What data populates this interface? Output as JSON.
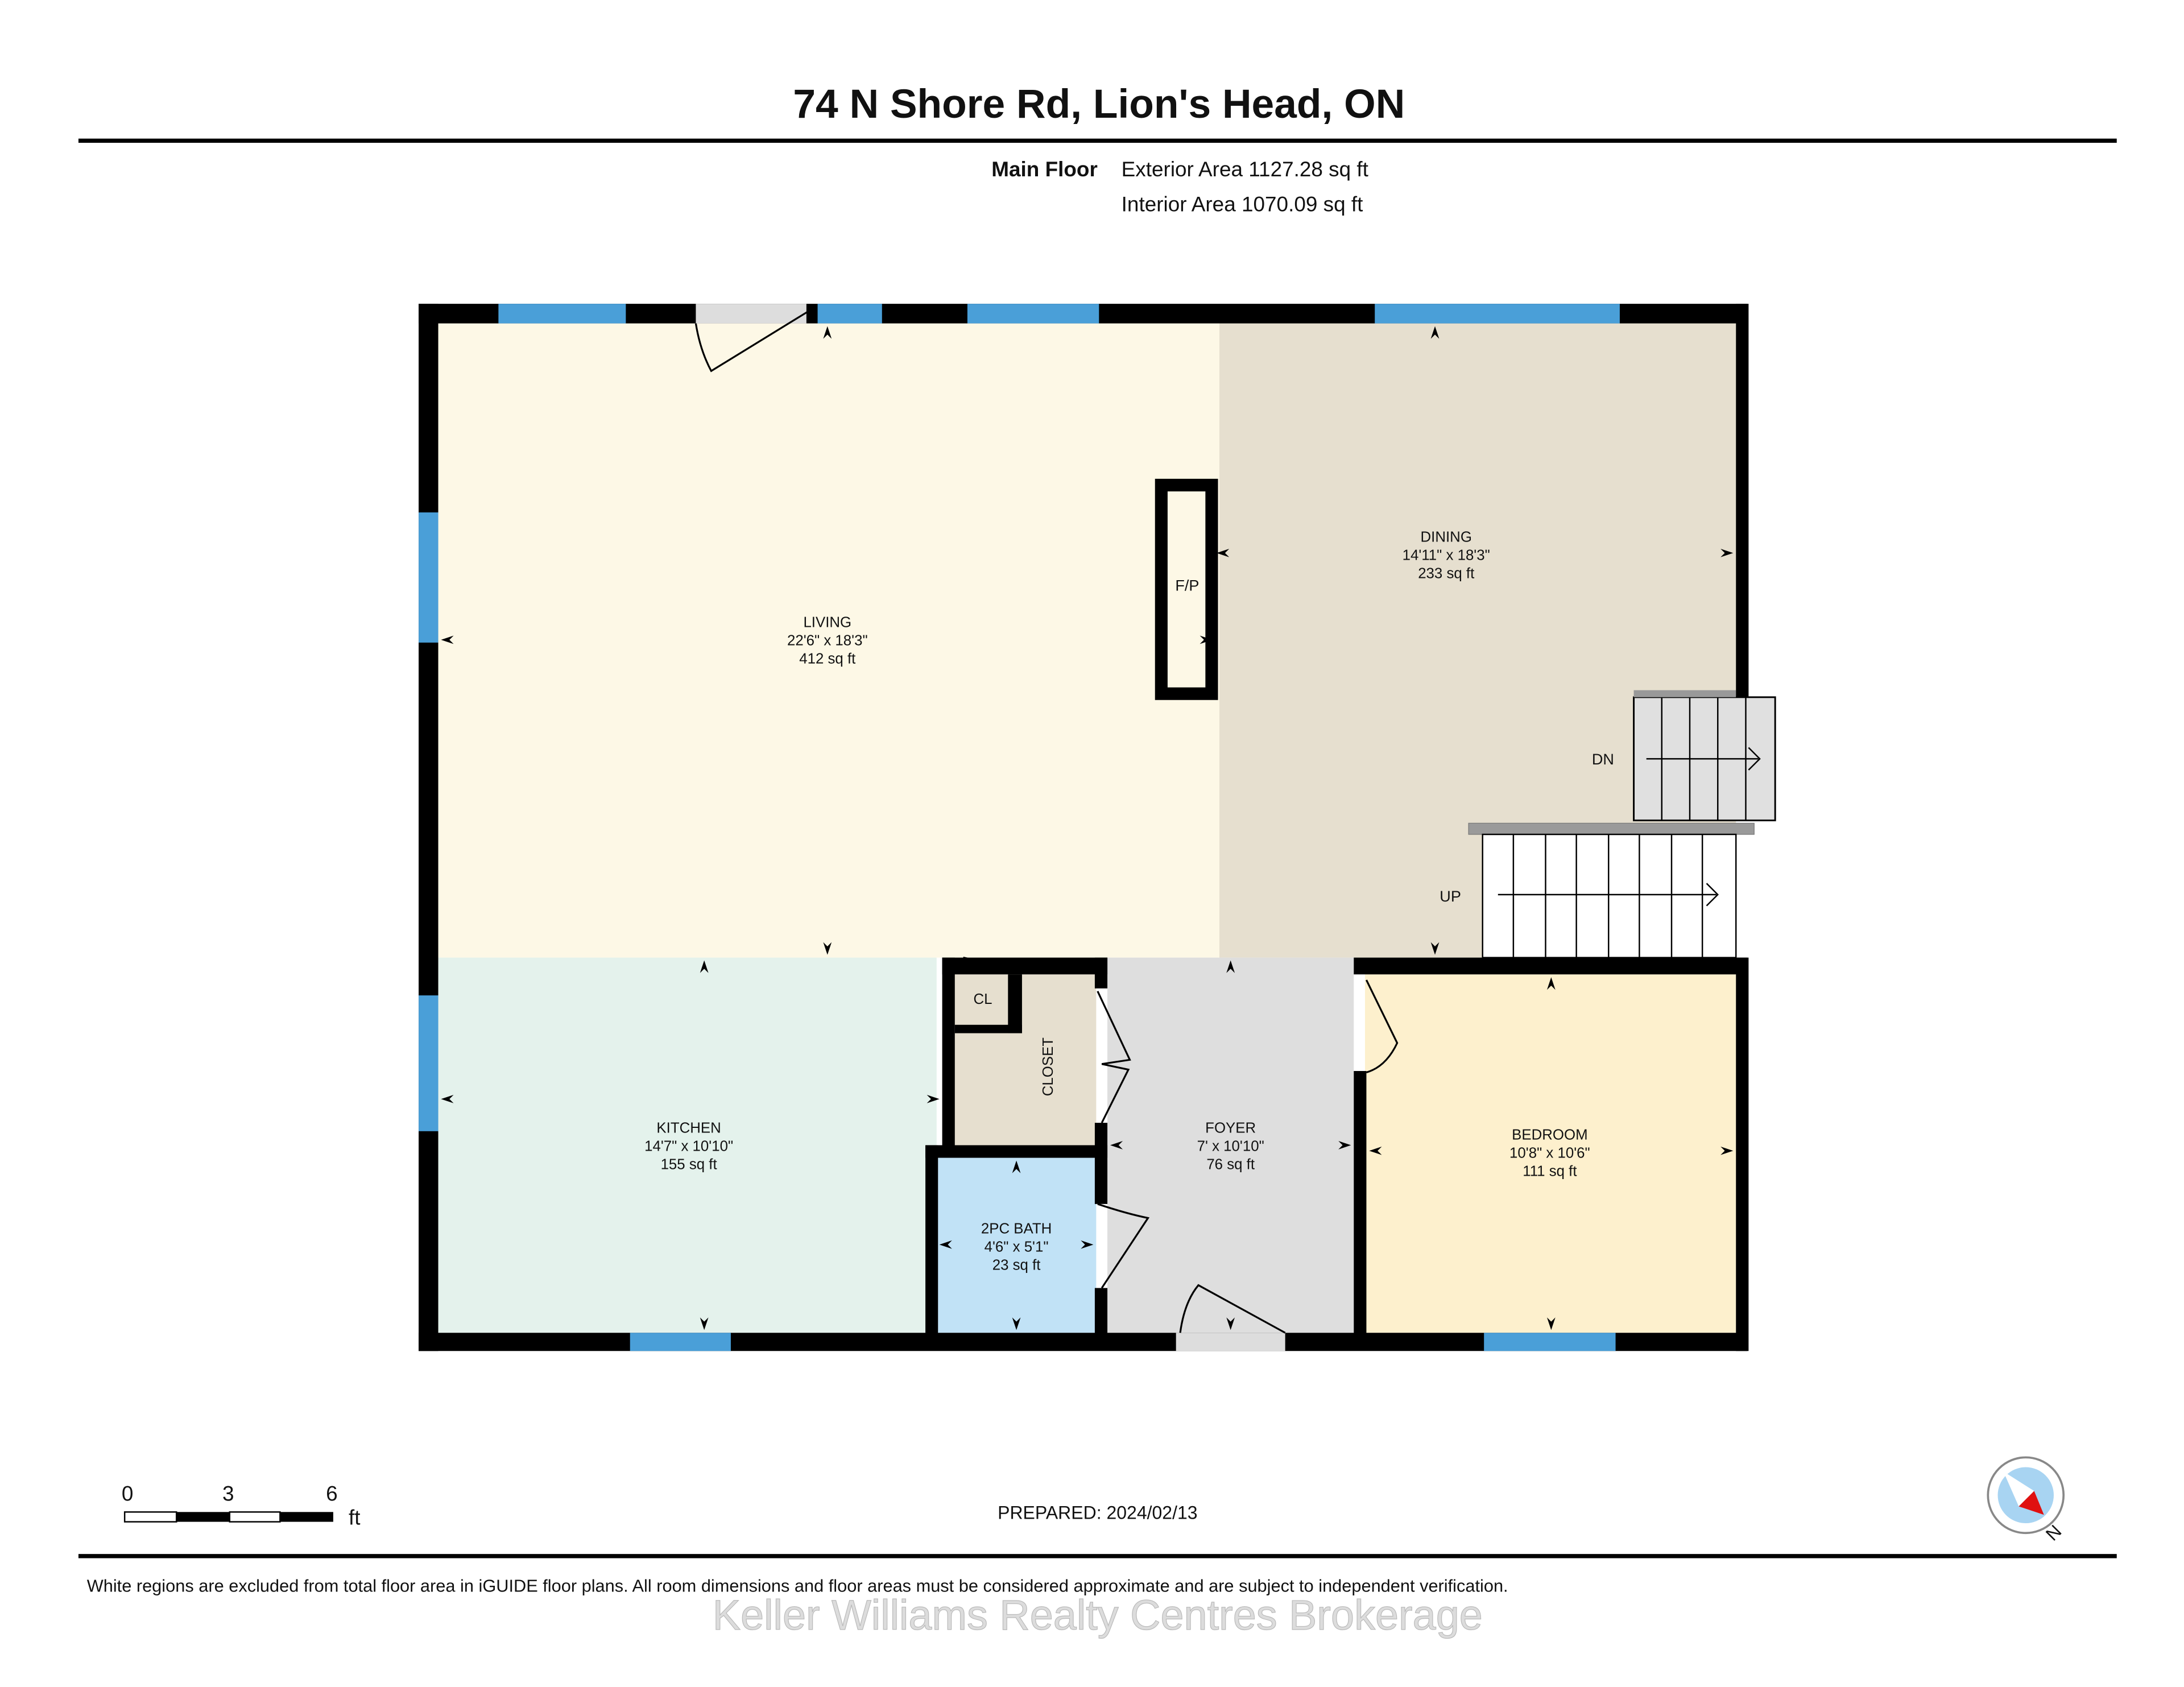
{
  "header": {
    "title": "74 N Shore Rd, Lion's Head, ON",
    "floor_label": "Main Floor",
    "exterior_area": "Exterior Area 1127.28 sq ft",
    "interior_area": "Interior Area 1070.09 sq ft"
  },
  "rooms": {
    "living": {
      "name": "LIVING",
      "dims": "22'6\" x 18'3\"",
      "area": "412 sq ft",
      "color": "#fdf8e6"
    },
    "dining": {
      "name": "DINING",
      "dims": "14'11\" x 18'3\"",
      "area": "233 sq ft",
      "color": "#e6dfcf"
    },
    "kitchen": {
      "name": "KITCHEN",
      "dims": "14'7\" x 10'10\"",
      "area": "155 sq ft",
      "color": "#e4f2ec"
    },
    "foyer": {
      "name": "FOYER",
      "dims": "7' x 10'10\"",
      "area": "76 sq ft",
      "color": "#dedede"
    },
    "bedroom": {
      "name": "BEDROOM",
      "dims": "10'8\" x 10'6\"",
      "area": "111 sq ft",
      "color": "#fdf0cd"
    },
    "bath": {
      "name": "2PC BATH",
      "dims": "4'6\" x 5'1\"",
      "area": "23 sq ft",
      "color": "#c1e2f6"
    },
    "closet": {
      "name": "CLOSET",
      "color": "#e6dfcf"
    },
    "cl": {
      "name": "CL",
      "color": "#e6dfcf"
    }
  },
  "labels": {
    "fireplace": "F/P",
    "stairs_down": "DN",
    "stairs_up": "UP"
  },
  "scale": {
    "ticks": [
      "0",
      "3",
      "6"
    ],
    "unit": "ft"
  },
  "compass": {
    "label": "N"
  },
  "prepared": "PREPARED: 2024/02/13",
  "footer": {
    "disclaimer": "White regions are excluded from total floor area in iGUIDE floor plans. All room dimensions and floor areas must be considered approximate and are subject to independent verification.",
    "watermark": "Keller Williams Realty Centres Brokerage"
  },
  "colors": {
    "wall": "#000000",
    "window": "#4a9fd8",
    "stairs_down": "#e0e0e0"
  }
}
